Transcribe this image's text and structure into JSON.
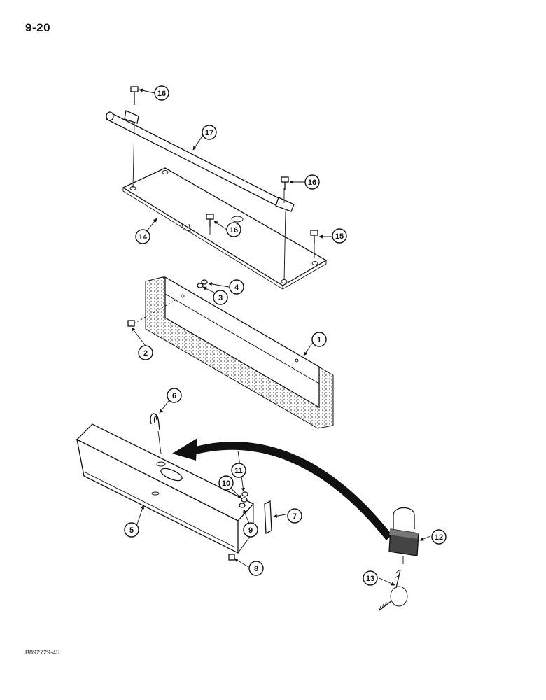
{
  "page": {
    "number": "9-20",
    "figure_code": "B892729-45"
  },
  "callouts": [
    "1",
    "2",
    "3",
    "4",
    "5",
    "6",
    "7",
    "8",
    "9",
    "10",
    "11",
    "12",
    "13",
    "14",
    "15",
    "16",
    "16",
    "16",
    "17"
  ],
  "colors": {
    "ink": "#111111",
    "foam": "#9a9a9a",
    "paper": "#ffffff"
  }
}
